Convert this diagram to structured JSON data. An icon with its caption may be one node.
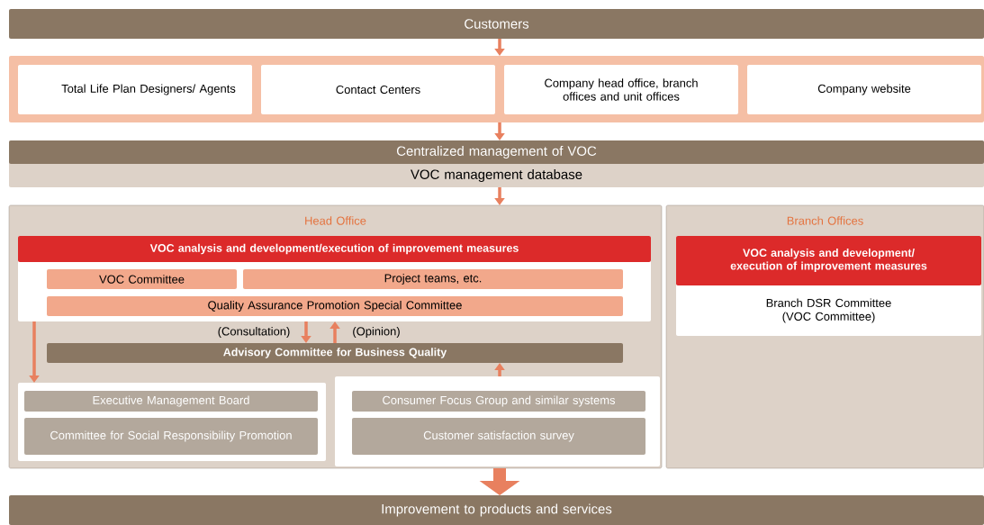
{
  "diagram": {
    "nodes": [
      {
        "text": [
          "Customers"
        ]
      },
      {
        "text": [],
        "shape": "box"
      },
      {
        "text": [
          "Total Life Plan Designers/ Agents"
        ],
        "in": 1
      },
      {
        "text": [
          "Contact Centers"
        ],
        "in": 1
      },
      {
        "text": [
          "Company head office, branch offices and unit offices"
        ],
        "in": 1
      },
      {
        "text": [
          "Company website"
        ],
        "in": 1
      },
      {
        "text": [
          "Centralized management of VOC",
          "VOC management database"
        ]
      },
      {
        "text": [
          "Head Office"
        ]
      },
      {
        "text": [
          "VOC analysis and development/execution of improvement measures"
        ],
        "in": 7
      },
      {
        "text": [
          "VOC Committee"
        ],
        "in": 8
      },
      {
        "text": [
          "Project teams, etc."
        ],
        "in": 8
      },
      {
        "text": [
          "Quality Assurance Promotion Special Committee"
        ],
        "in": 8
      },
      {
        "text": [
          "Advisory Committee for Business Quality"
        ],
        "in": 7
      },
      {
        "text": [],
        "shape": "box",
        "in": 7
      },
      {
        "text": [
          "Executive Management Board"
        ],
        "in": 13
      },
      {
        "text": [
          "Committee for Social Responsibility Promotion"
        ],
        "in": 13
      },
      {
        "text": [],
        "shape": "box",
        "in": 7
      },
      {
        "text": [
          "Consumer Focus Group and similar systems"
        ],
        "in": 16
      },
      {
        "text": [
          "Customer satisfaction survey"
        ],
        "in": 16
      },
      {
        "text": [
          "Branch Offices"
        ]
      },
      {
        "text": [
          "VOC analysis and development/ execution of improvement measures",
          "Branch DSR Committee (VOC Committee)"
        ],
        "in": 19
      },
      {
        "text": [
          "Improvement to products and services"
        ]
      }
    ],
    "edges": [
      {
        "from": 0,
        "to": 1,
        "arrow": "to"
      },
      {
        "from": 1,
        "to": 6,
        "arrow": "to"
      },
      {
        "from": 6,
        "to": 7,
        "arrow": "to"
      },
      {
        "from": 8,
        "to": 12,
        "arrow": "to",
        "label": "(Consultation)"
      },
      {
        "from": 12,
        "to": 8,
        "arrow": "to",
        "label": "(Opinion)"
      },
      {
        "from": 8,
        "to": 13,
        "arrow": "to"
      },
      {
        "from": 16,
        "to": 12,
        "arrow": "to"
      },
      {
        "from": 7,
        "to": 21,
        "arrow": "to",
        "style": "thick"
      }
    ]
  }
}
